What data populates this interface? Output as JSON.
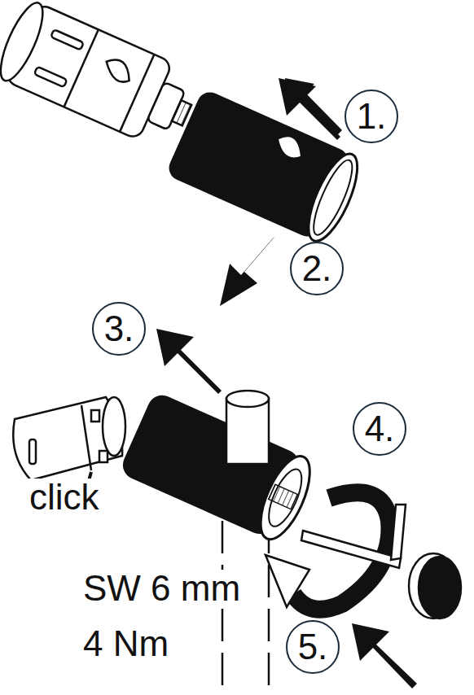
{
  "diagram": {
    "nodes": [
      {
        "text": [
          "1."
        ]
      },
      {
        "text": [
          "2."
        ]
      },
      {
        "text": [
          "3."
        ]
      },
      {
        "text": [
          "4."
        ]
      },
      {
        "text": [
          "5."
        ]
      }
    ],
    "labels": [
      "click",
      "SW 6 mm",
      "4 Nm"
    ]
  }
}
